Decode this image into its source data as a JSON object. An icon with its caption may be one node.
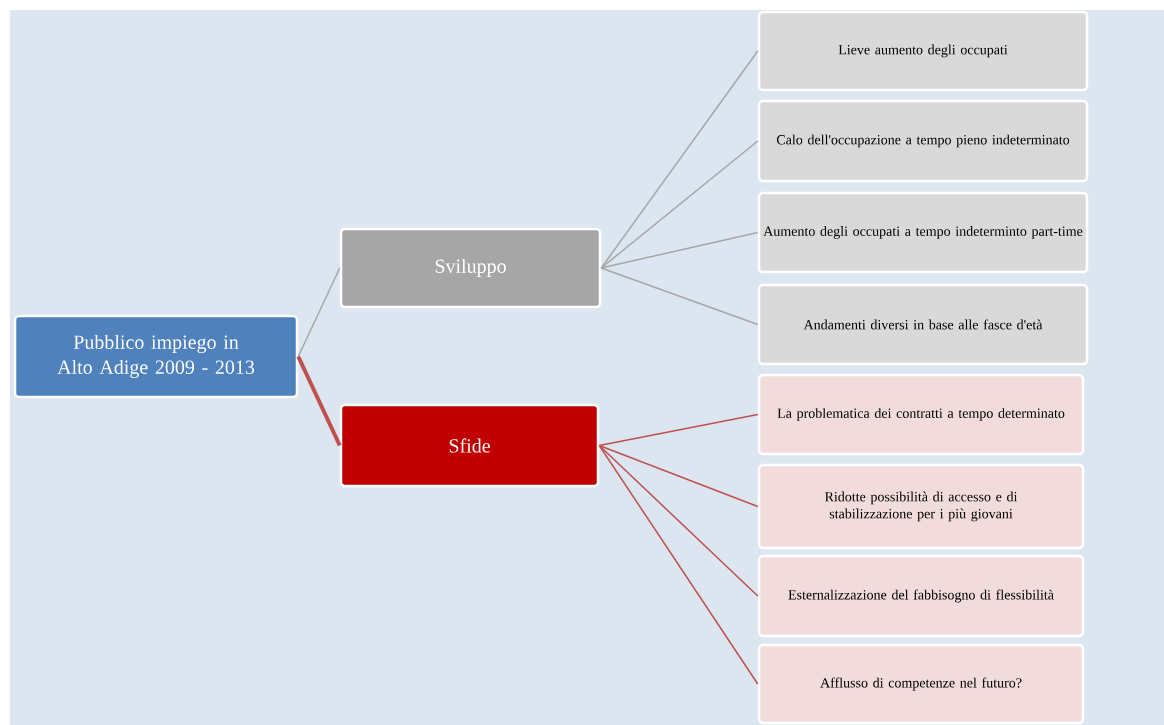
{
  "diagram": {
    "nodes": [
      {
        "text": [
          "Pubblico impiego in Alto Adige 2009 - 2013"
        ]
      },
      {
        "text": [
          "Sviluppo"
        ]
      },
      {
        "text": [
          "Lieve aumento degli occupati"
        ]
      },
      {
        "text": [
          "Calo dell'occupazione a tempo pieno indeterminato"
        ]
      },
      {
        "text": [
          "Aumento degli occupati a tempo indeterminto part-time"
        ]
      },
      {
        "text": [
          "Andamenti diversi in base alle fasce d'età"
        ]
      },
      {
        "text": [
          "Sfide"
        ]
      },
      {
        "text": [
          "La problematica dei contratti a  tempo determinato"
        ]
      },
      {
        "text": [
          "Ridotte possibilità di accesso e di stabilizzazione per i più giovani"
        ]
      },
      {
        "text": [
          "Esternalizzazione  del fabbisogno di flessibilità"
        ]
      },
      {
        "text": [
          "Afflusso di competenze nel futuro?"
        ]
      }
    ],
    "edges": [
      {
        "from": 0,
        "to": 1,
        "arrow": "none"
      },
      {
        "from": 0,
        "to": 6,
        "arrow": "none",
        "style": "thick",
        "color": "#c0504d"
      },
      {
        "from": 1,
        "to": 2,
        "arrow": "none"
      },
      {
        "from": 1,
        "to": 3,
        "arrow": "none"
      },
      {
        "from": 1,
        "to": 4,
        "arrow": "none"
      },
      {
        "from": 1,
        "to": 5,
        "arrow": "none"
      },
      {
        "from": 6,
        "to": 7,
        "arrow": "none",
        "color": "#c0504d"
      },
      {
        "from": 6,
        "to": 8,
        "arrow": "none",
        "color": "#c0504d"
      },
      {
        "from": 6,
        "to": 9,
        "arrow": "none",
        "color": "#c0504d"
      },
      {
        "from": 6,
        "to": 10,
        "arrow": "none",
        "color": "#c0504d"
      }
    ]
  }
}
